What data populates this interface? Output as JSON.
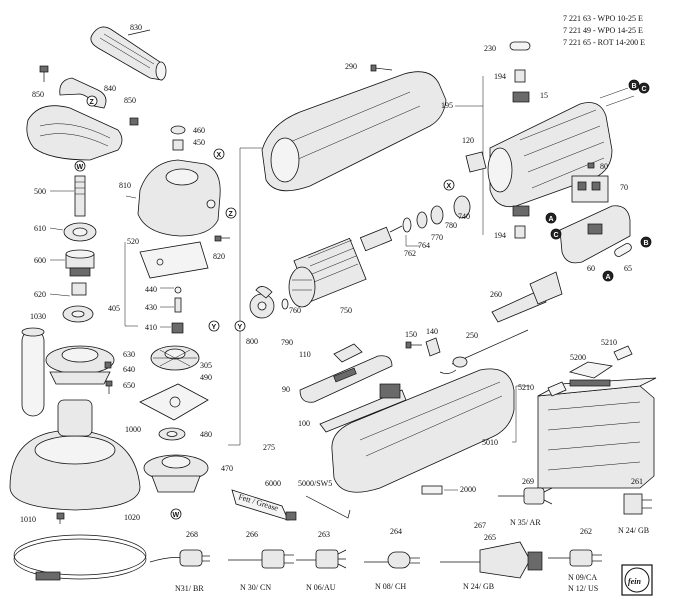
{
  "header": {
    "line1": "7 221 63 - WPO 10-25 E",
    "line2": "7 221 49 - WPO 14-25 E",
    "line3": "7 221 65 - ROT 14-200 E"
  },
  "parts": {
    "p830": "830",
    "p850a": "850",
    "p840": "840",
    "p850b": "850",
    "p500": "500",
    "p610": "610",
    "p600": "600",
    "p620": "620",
    "p1030": "1030",
    "p1000": "1000",
    "p1010": "1010",
    "p1020": "1020",
    "p460": "460",
    "p450": "450",
    "p810": "810",
    "p520": "520",
    "p820": "820",
    "p405": "405",
    "p440": "440",
    "p430": "430",
    "p410": "410",
    "p630": "630",
    "p640": "640",
    "p650": "650",
    "p305": "305",
    "p490": "490",
    "p480": "480",
    "p470": "470",
    "p290": "290",
    "p800": "800",
    "p790": "790",
    "p760": "760",
    "p750": "750",
    "p762": "762",
    "p764": "764",
    "p770": "770",
    "p780": "780",
    "p740": "740",
    "p230": "230",
    "p194a": "194",
    "p195": "195",
    "p15": "15",
    "p120": "120",
    "p80": "80",
    "p70": "70",
    "p194b": "194",
    "p60": "60",
    "p65": "65",
    "p260": "260",
    "p150": "150",
    "p140": "140",
    "p250": "250",
    "p110": "110",
    "p90": "90",
    "p100": "100",
    "p275": "275",
    "p5200": "5200",
    "p5210a": "5210",
    "p5210b": "5210",
    "p5010": "5010",
    "p2000": "2000",
    "p6000": "6000",
    "p5000": "5000/SW5",
    "p269": "269",
    "p261": "261",
    "p268": "268",
    "p266": "266",
    "p263": "263",
    "p264": "264",
    "p267": "267",
    "p265": "265",
    "p262": "262"
  },
  "plugs": {
    "n31": "N31/ BR",
    "n30": "N 30/ CN",
    "n06": "N 06/AU",
    "n08": "N 08/ CH",
    "n24a": "N 24/ GB",
    "n35": "N 35/ AR",
    "n24b": "N 24/ GB",
    "n09": "N 09/CA",
    "n12": "N 12/ US"
  },
  "tube_label": "Fett / Grease",
  "markers": {
    "z": "Z",
    "w": "W",
    "x": "X",
    "y": "Y",
    "a": "A",
    "b": "B",
    "c": "C"
  },
  "logo_text": "fein"
}
